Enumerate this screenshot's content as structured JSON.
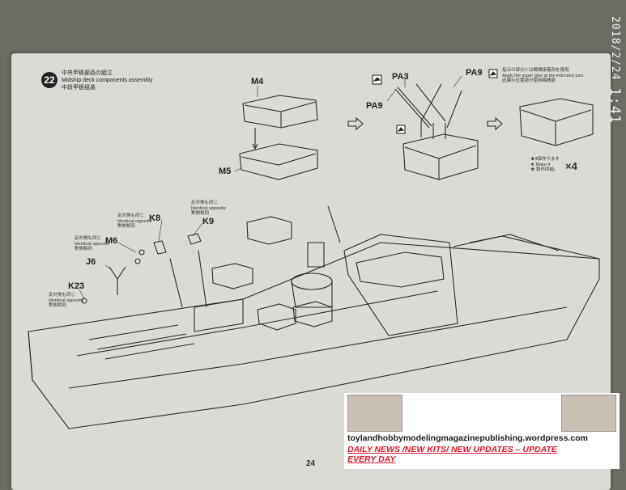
{
  "screen_time": {
    "date": "2018/2/24",
    "time": "1:41"
  },
  "step": {
    "number": "22",
    "title_jp": "中央甲板部品の組立",
    "title_en": "Midship deck components assembly",
    "title_cn": "中段甲板组装"
  },
  "parts": {
    "m4": "M4",
    "m5": "M5",
    "pa3": "PA3",
    "pa9_top": "PA9",
    "pa9_left": "PA9",
    "k8": "K8",
    "k9": "K9",
    "m6": "M6",
    "j6": "J6",
    "k23": "K23"
  },
  "notes": {
    "glue_jp": "指示の部分には瞬間接着剤を使用",
    "glue_en": "Apply the super glue at the indicated part.",
    "glue_cn": "此標示位置部分使用瞬間膠",
    "make4_jp": "★4個作ります",
    "make4_en": "★ Make 4",
    "make4_cn": "★ 製作四組。",
    "times": "×4",
    "opp_k9_jp": "反対側も同じ",
    "opp_k9_en": "Identical opposite",
    "opp_k9_cn": "對側相同",
    "opp_k8_jp": "反対側も同じ",
    "opp_k8_en": "Identical opposite",
    "opp_k8_cn": "對側相同",
    "opp_m6_jp": "反対側も同じ",
    "opp_m6_en": "Identical opposite",
    "opp_m6_cn": "對側相同",
    "opp_k23_jp": "反対側も同じ",
    "opp_k23_en": "Identical opposite",
    "opp_k23_cn": "對側相同"
  },
  "page_number": "24",
  "banner": {
    "site": "toylandhobbymodelingmagazinepublishing.wordpress.com",
    "news_line1": "DAILY NEWS /NEW KITS/ NEW UPDATES – UPDATE",
    "news_line2": "EVERY DAY"
  }
}
